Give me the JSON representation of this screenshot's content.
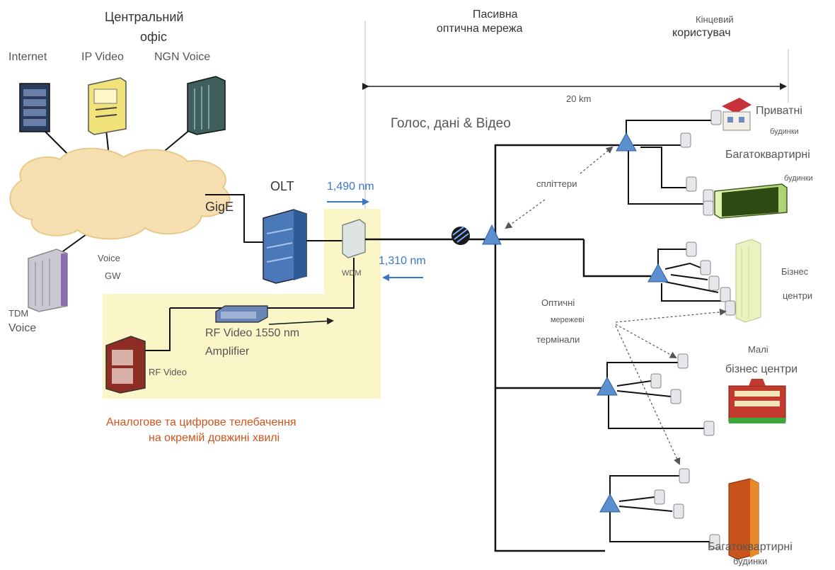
{
  "sections": {
    "central_office": [
      "Центральний",
      "офіс"
    ],
    "pon": [
      "Пасивна",
      "оптична мережа"
    ],
    "end_user": [
      "Кінцевий",
      "користувач"
    ]
  },
  "services": {
    "internet": "Internet",
    "ip_video": "IP Video",
    "ngn_voice": "NGN Voice",
    "gige": "GigE",
    "voice_gw": [
      "Voice",
      "GW"
    ],
    "tdm_voice": [
      "TDM",
      "Voice"
    ]
  },
  "olt": {
    "label": "OLT",
    "downstream": "1,490 nm",
    "upstream": "1,310 nm",
    "wdm": "WDM"
  },
  "rf": {
    "amplifier": [
      "RF Video 1550 nm",
      "Amplifier"
    ],
    "source": "RF Video"
  },
  "tv_note": [
    "Аналогове та цифрове телебачення",
    "на окремій довжині хвилі"
  ],
  "distance": "20 km",
  "traffic": "Голос, дані & Відео",
  "splitters": "спліттери",
  "ont": [
    "Оптичні",
    "мережеві",
    "термінали"
  ],
  "customers": {
    "private": [
      "Приватні",
      "будинки"
    ],
    "apartments": [
      "Багатоквартирні",
      "будинки"
    ],
    "business": [
      "Бізнес",
      "центри"
    ],
    "small_business": [
      "Малі",
      "бізнес центри"
    ],
    "apartments2": [
      "Багатоквартирні",
      "будинки"
    ]
  },
  "colors": {
    "fiber": "#000000",
    "splitter": "#5b8fcf",
    "highlight": "#fbf6c8",
    "cloud": "#f6dfb0",
    "accent_blue": "#3a78c4",
    "accent_orange": "#d2541c"
  }
}
